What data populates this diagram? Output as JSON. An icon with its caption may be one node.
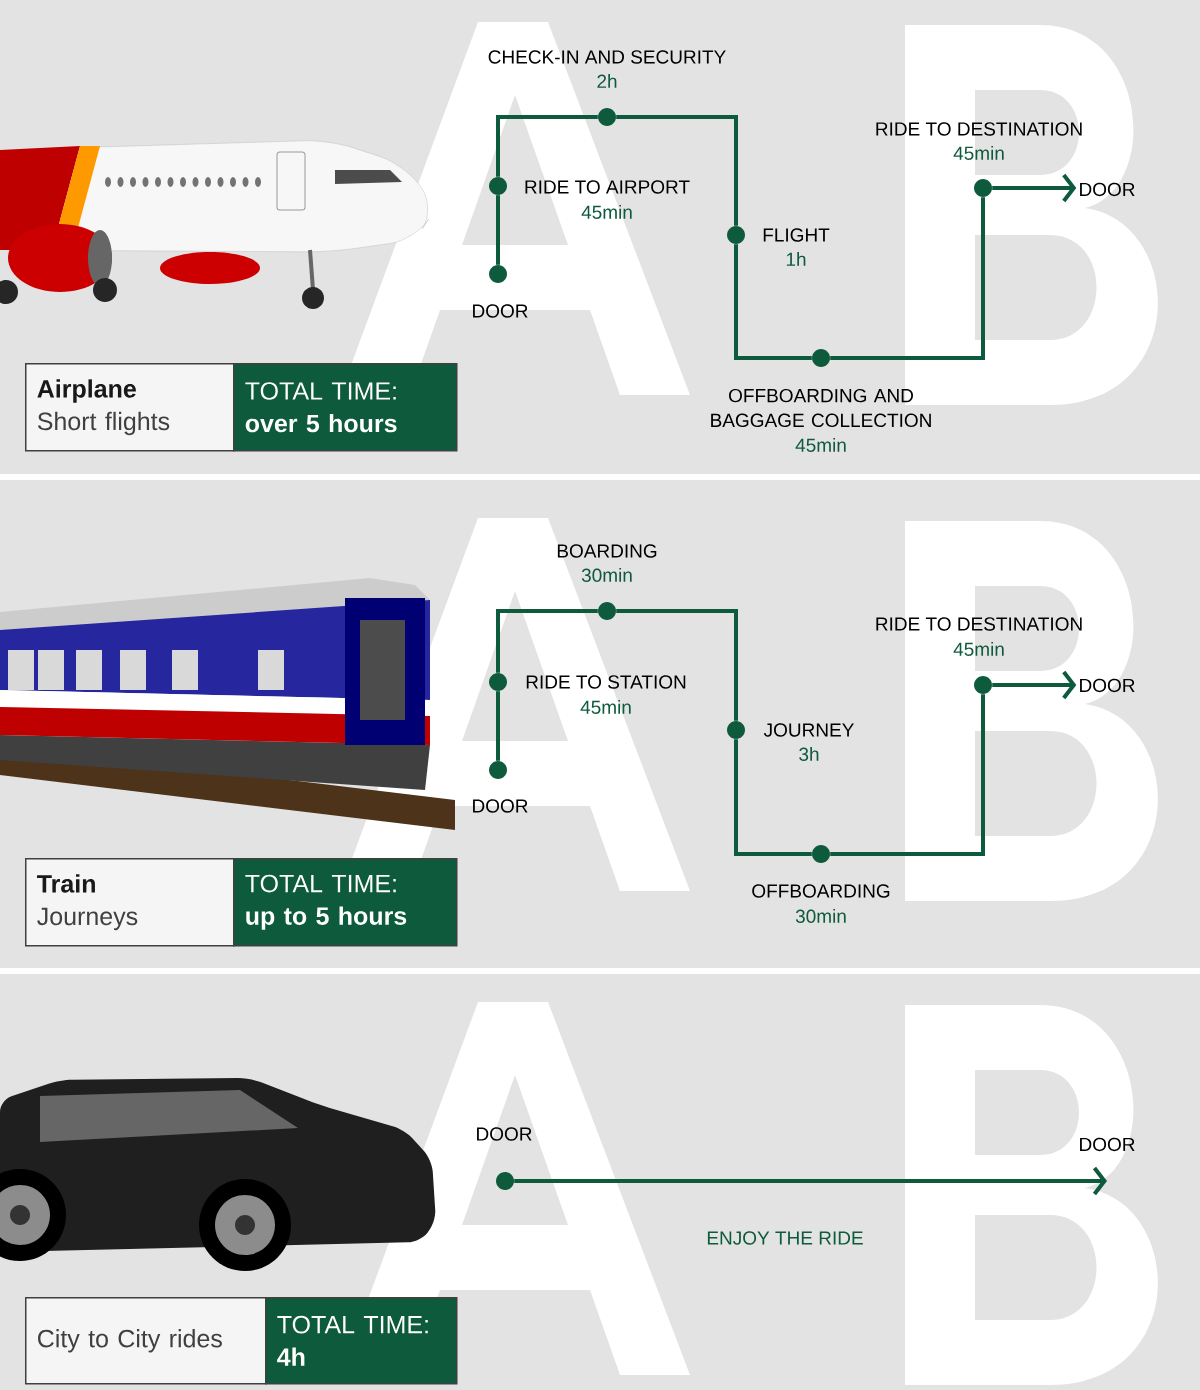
{
  "diagram": {
    "nodes": [
      {
        "text": [
          "Airplane",
          "Short flights"
        ]
      },
      {
        "text": [
          "TOTAL TIME:",
          "over 5 hours"
        ]
      },
      {
        "text": [],
        "shape": "circle",
        "beside": [
          "DOOR"
        ]
      },
      {
        "text": [],
        "shape": "circle",
        "beside": [
          "RIDE TO AIRPORT",
          "45min"
        ]
      },
      {
        "text": [],
        "shape": "circle",
        "beside": [
          "CHECK-IN AND SECURITY",
          "2h"
        ]
      },
      {
        "text": [],
        "shape": "circle",
        "beside": [
          "FLIGHT",
          "1h"
        ]
      },
      {
        "text": [],
        "shape": "circle",
        "beside": [
          "OFFBOARDING AND BAGGAGE COLLECTION",
          "45min"
        ]
      },
      {
        "text": [],
        "shape": "circle",
        "beside": [
          "RIDE TO DESTINATION",
          "45min"
        ]
      },
      {
        "text": [
          "DOOR"
        ]
      },
      {
        "text": [
          "Train",
          "Journeys"
        ]
      },
      {
        "text": [
          "TOTAL TIME:",
          "up to 5 hours"
        ]
      },
      {
        "text": [],
        "shape": "circle",
        "beside": [
          "DOOR"
        ]
      },
      {
        "text": [],
        "shape": "circle",
        "beside": [
          "RIDE TO STATION",
          "45min"
        ]
      },
      {
        "text": [],
        "shape": "circle",
        "beside": [
          "BOARDING",
          "30min"
        ]
      },
      {
        "text": [],
        "shape": "circle",
        "beside": [
          "JOURNEY",
          "3h"
        ]
      },
      {
        "text": [],
        "shape": "circle",
        "beside": [
          "OFFBOARDING",
          "30min"
        ]
      },
      {
        "text": [],
        "shape": "circle",
        "beside": [
          "RIDE TO DESTINATION",
          "45min"
        ]
      },
      {
        "text": [
          "DOOR"
        ]
      },
      {
        "text": [
          "City to City rides"
        ]
      },
      {
        "text": [
          "TOTAL TIME:",
          "4h"
        ]
      },
      {
        "text": [],
        "shape": "circle",
        "beside": [
          "DOOR"
        ]
      },
      {
        "text": [
          "DOOR"
        ]
      }
    ],
    "edges": [
      {
        "from": 2,
        "to": 3,
        "arrow": "none"
      },
      {
        "from": 3,
        "to": 4,
        "arrow": "none"
      },
      {
        "from": 4,
        "to": 5,
        "arrow": "none"
      },
      {
        "from": 5,
        "to": 6,
        "arrow": "none"
      },
      {
        "from": 6,
        "to": 7,
        "arrow": "none"
      },
      {
        "from": 7,
        "to": 8,
        "arrow": "to"
      },
      {
        "from": 11,
        "to": 12,
        "arrow": "none"
      },
      {
        "from": 12,
        "to": 13,
        "arrow": "none"
      },
      {
        "from": 13,
        "to": 14,
        "arrow": "none"
      },
      {
        "from": 14,
        "to": 15,
        "arrow": "none"
      },
      {
        "from": 15,
        "to": 16,
        "arrow": "none"
      },
      {
        "from": 16,
        "to": 17,
        "arrow": "to"
      },
      {
        "from": 20,
        "to": 21,
        "arrow": "to",
        "label": "ENJOY THE RIDE"
      }
    ]
  }
}
